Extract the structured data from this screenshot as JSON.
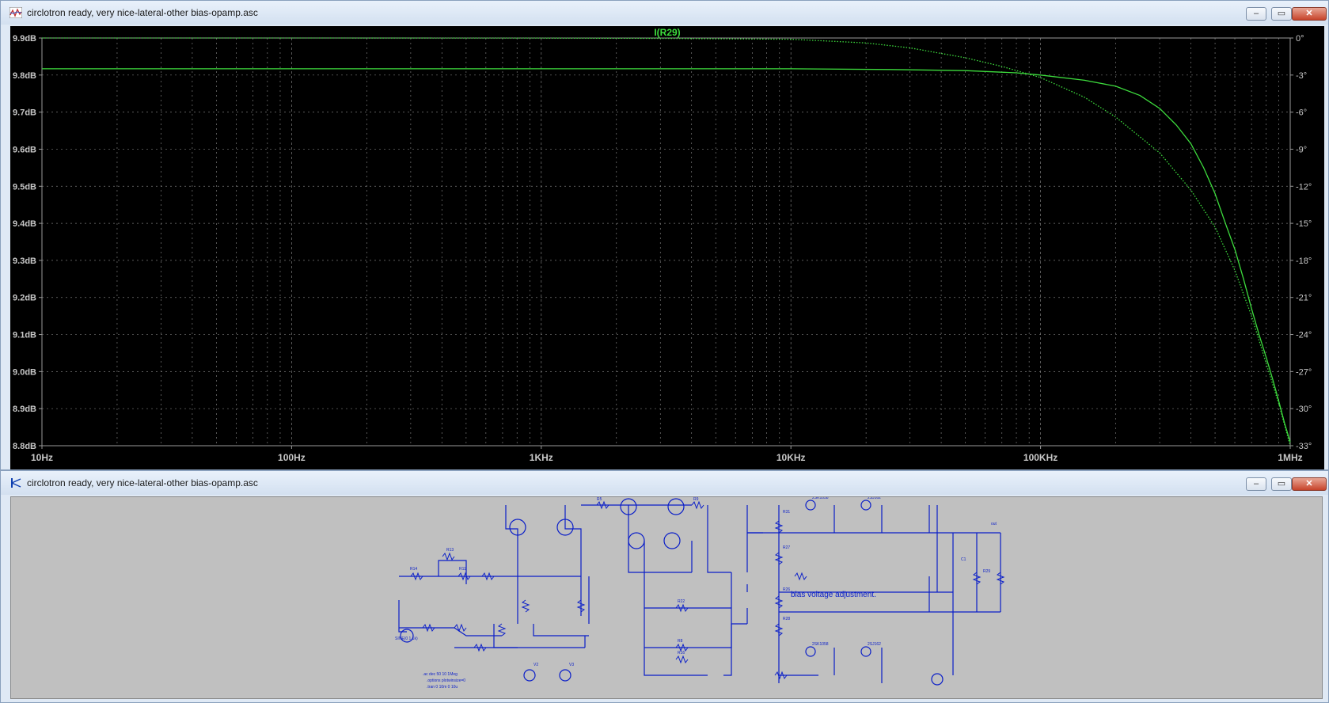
{
  "plot_window": {
    "title": "circlotron ready, very nice-lateral-other bias-opamp.asc",
    "icon": "waveform-icon",
    "trace_label": "I(R29)",
    "left_axis_ticks": [
      "9.9dB",
      "9.8dB",
      "9.7dB",
      "9.6dB",
      "9.5dB",
      "9.4dB",
      "9.3dB",
      "9.2dB",
      "9.1dB",
      "9.0dB",
      "8.9dB",
      "8.8dB"
    ],
    "right_axis_ticks": [
      "0°",
      "-3°",
      "-6°",
      "-9°",
      "-12°",
      "-15°",
      "-18°",
      "-21°",
      "-24°",
      "-27°",
      "-30°",
      "-33°"
    ],
    "x_axis_ticks": [
      "10Hz",
      "100Hz",
      "1KHz",
      "10KHz",
      "100KHz",
      "1MHz"
    ],
    "colors": {
      "trace": "#3ddc3d",
      "grid": "#7a7a7a",
      "background": "#000000",
      "axis_text": "#c8c8c8"
    }
  },
  "chart_data": {
    "type": "line",
    "title": "I(R29)",
    "xscale": "log",
    "xlim": [
      10,
      1000000
    ],
    "ylim": [
      8.8,
      9.9
    ],
    "y2lim": [
      -33,
      0
    ],
    "grid": true,
    "series": [
      {
        "axis": "left",
        "x": [
          10,
          100,
          1000,
          10000,
          25000,
          50000,
          80000,
          100000,
          150000,
          200000,
          250000,
          300000,
          350000,
          400000,
          450000,
          500000,
          550000,
          600000,
          650000,
          700000,
          750000,
          800000,
          850000,
          900000,
          950000,
          1000000
        ],
        "values": [
          9.817,
          9.817,
          9.817,
          9.817,
          9.815,
          9.812,
          9.806,
          9.8,
          9.786,
          9.77,
          9.745,
          9.71,
          9.665,
          9.615,
          9.55,
          9.48,
          9.4,
          9.33,
          9.25,
          9.17,
          9.1,
          9.04,
          8.98,
          8.92,
          8.86,
          8.81
        ]
      },
      {
        "axis": "right",
        "x": [
          10,
          100,
          1000,
          3000,
          10000,
          20000,
          30000,
          50000,
          70000,
          100000,
          150000,
          200000,
          300000,
          400000,
          500000,
          600000,
          700000,
          800000,
          900000,
          1000000
        ],
        "values": [
          0,
          0,
          -0.01,
          -0.03,
          -0.1,
          -0.4,
          -0.8,
          -1.6,
          -2.3,
          -3.2,
          -4.8,
          -6.4,
          -9.3,
          -12.3,
          -15.3,
          -18.8,
          -22.5,
          -26.3,
          -29.6,
          -33
        ]
      }
    ]
  },
  "schematic_window": {
    "title": "circlotron ready, very nice-lateral-other bias-opamp.asc",
    "icon": "schematic-icon",
    "annotation": "bias voltage adjustment."
  },
  "window_buttons": {
    "minimize": "–",
    "maximize": "▭",
    "close": "✕"
  }
}
